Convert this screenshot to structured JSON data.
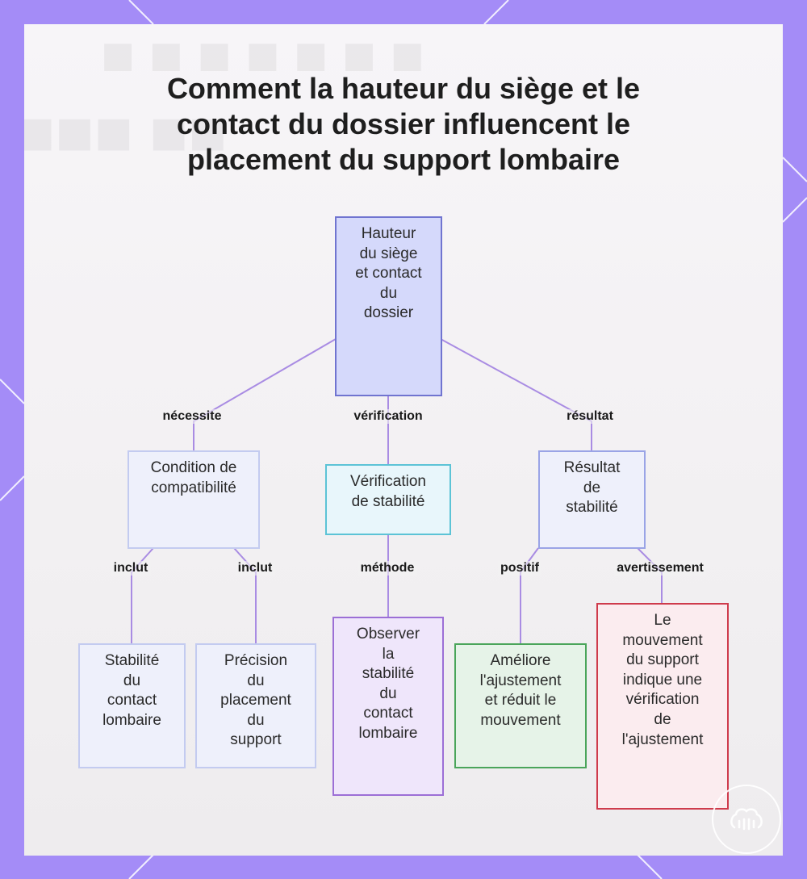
{
  "title": "Comment la hauteur du siège et le contact du dossier influencent le placement du support lombaire",
  "colors": {
    "frame": "#a48cf7",
    "edge": "#a98ce3",
    "root_fill": "#d5d9fb",
    "root_border": "#7074d0",
    "soft_fill": "#eef0fb",
    "soft_border": "#c3cbf0",
    "mid_fill": "#eef0fb",
    "mid_border": "#9aa4e6",
    "cyan_fill": "#e8f6fb",
    "cyan_border": "#5cc3d6",
    "purple_fill": "#efe6fb",
    "purple_border": "#9c6fd6",
    "green_fill": "#e6f3e8",
    "green_border": "#4aa55a",
    "red_fill": "#fbecef",
    "red_border": "#cf3b4c"
  },
  "nodes": {
    "root": "Hauteur\ndu siège\net contact\ndu\ndossier",
    "condition": "Condition de\ncompatibilité",
    "verification": "Vérification\nde stabilité",
    "resultat": "Résultat\nde\nstabilité",
    "stabilite_contact": "Stabilité\ndu\ncontact\nlombaire",
    "precision": "Précision\ndu\nplacement\ndu\nsupport",
    "observer": "Observer\nla\nstabilité\ndu\ncontact\nlombaire",
    "ameliore": "Améliore\nl'ajustement\net réduit le\nmouvement",
    "mouvement": "Le\nmouvement\ndu support\nindique une\nvérification\nde\nl'ajustement"
  },
  "edges": {
    "necessite": "nécessite",
    "verification": "vérification",
    "resultat": "résultat",
    "inclut_1": "inclut",
    "inclut_2": "inclut",
    "methode": "méthode",
    "positif": "positif",
    "avertissement": "avertissement"
  }
}
